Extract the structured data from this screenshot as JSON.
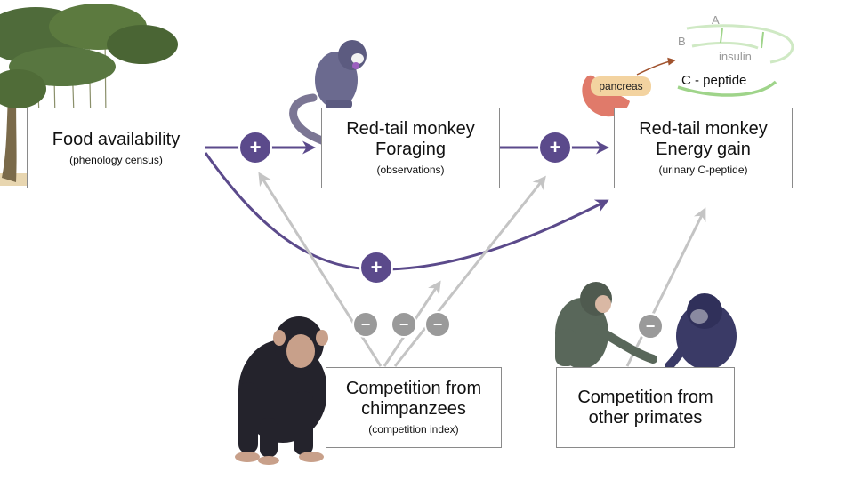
{
  "nodes": {
    "food": {
      "title": "Food availability",
      "sub": "(phenology census)"
    },
    "forage": {
      "title1": "Red-tail monkey",
      "title2": "Foraging",
      "sub": "(observations)"
    },
    "energy": {
      "title1": "Red-tail monkey",
      "title2": "Energy gain",
      "sub": "(urinary C-peptide)"
    },
    "chimp": {
      "title1": "Competition from",
      "title2": "chimpanzees",
      "sub": "(competition index)"
    },
    "other": {
      "title1": "Competition from",
      "title2": "other primates"
    }
  },
  "signs": {
    "positive": "+",
    "negative": "−"
  },
  "insulin_diagram": {
    "chain_a": "A",
    "chain_b": "B",
    "insulin": "insulin",
    "c_peptide": "C - peptide",
    "pancreas": "pancreas"
  },
  "colors": {
    "positive_arrow": "#5b4a8b",
    "negative_arrow": "#c4c4c4",
    "negative_badge": "#9a9a9a",
    "insulin_green": "#9fd48a",
    "pancreas": "#e07a6a",
    "pancreas_tag": "#f3d3a0"
  }
}
